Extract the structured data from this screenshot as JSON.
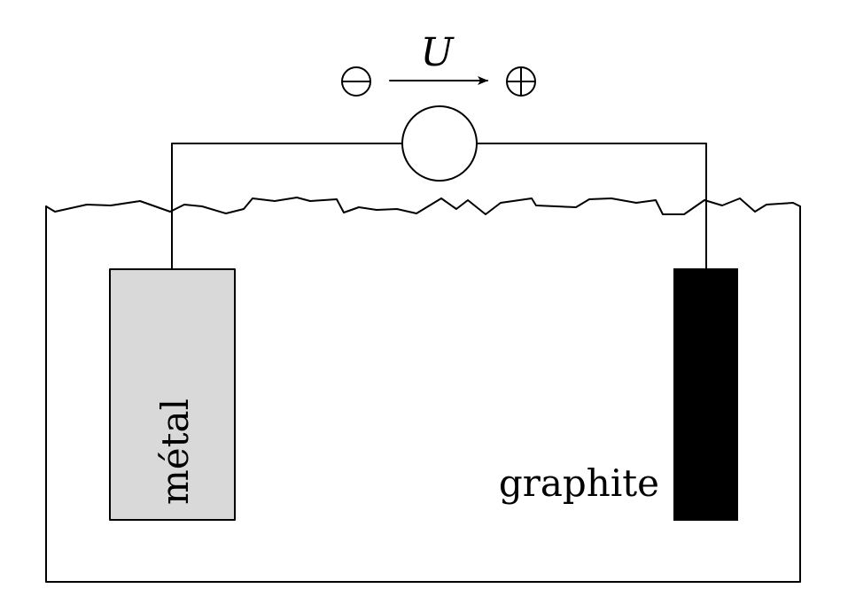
{
  "voltage": {
    "label": "U",
    "minus_symbol": "⊖",
    "plus_symbol": "⊕"
  },
  "electrodes": {
    "metal": {
      "label": "métal",
      "fill": "#d9d9d9"
    },
    "graphite": {
      "label": "graphite",
      "fill": "#000000"
    }
  }
}
